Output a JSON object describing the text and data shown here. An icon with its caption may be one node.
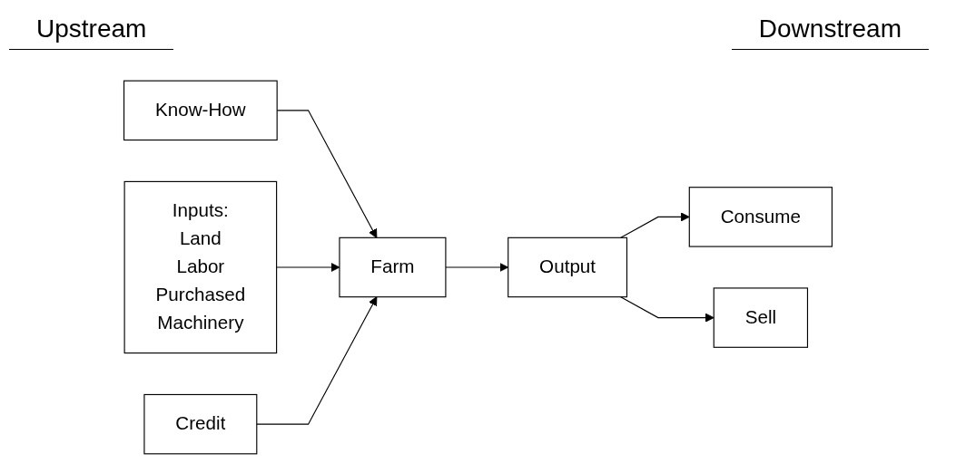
{
  "diagram": {
    "nodes": [
      {
        "text": [
          "Know-How"
        ]
      },
      {
        "text": [
          "Inputs:",
          "Land",
          "Labor",
          "Purchased",
          "Machinery"
        ]
      },
      {
        "text": [
          "Credit"
        ]
      },
      {
        "text": [
          "Farm"
        ]
      },
      {
        "text": [
          "Output"
        ]
      },
      {
        "text": [
          "Consume"
        ]
      },
      {
        "text": [
          "Sell"
        ]
      }
    ],
    "edges": [
      {
        "from": 0,
        "to": 3,
        "arrow": "to"
      },
      {
        "from": 1,
        "to": 3,
        "arrow": "to"
      },
      {
        "from": 2,
        "to": 3,
        "arrow": "to"
      },
      {
        "from": 3,
        "to": 4,
        "arrow": "to"
      },
      {
        "from": 4,
        "to": 5,
        "arrow": "to"
      },
      {
        "from": 4,
        "to": 6,
        "arrow": "to"
      }
    ],
    "labels": [
      "Upstream",
      "Downstream"
    ]
  }
}
